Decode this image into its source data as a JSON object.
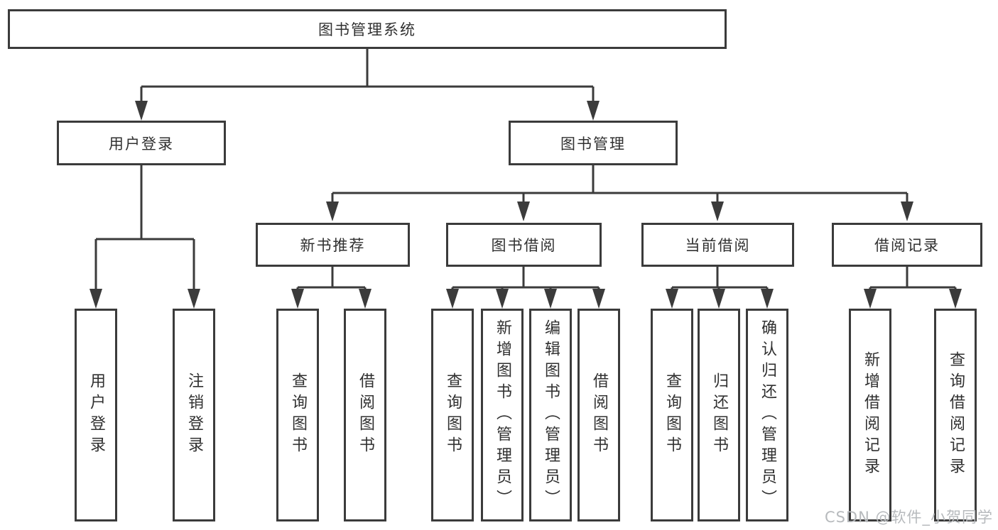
{
  "diagram": {
    "title": "图书管理系统",
    "branches": [
      {
        "label": "用户登录",
        "children": [
          "用户登录",
          "注销登录"
        ]
      },
      {
        "label": "图书管理",
        "children": [
          {
            "label": "新书推荐",
            "children": [
              "查询图书",
              "借阅图书"
            ]
          },
          {
            "label": "图书借阅",
            "children": [
              "查询图书",
              "新增图书（管理员）",
              "编辑图书（管理员）",
              "借阅图书"
            ]
          },
          {
            "label": "当前借阅",
            "children": [
              "查询图书",
              "归还图书",
              "确认归还（管理员）"
            ]
          },
          {
            "label": "借阅记录",
            "children": [
              "新增借阅记录",
              "查询借阅记录"
            ]
          }
        ]
      }
    ]
  },
  "watermark": {
    "text": "CSDN @软件_小贺同学"
  },
  "colors": {
    "line": "#3b3b3b",
    "text": "#303030",
    "watermark": "#b7babd",
    "background": "#ffffff"
  }
}
